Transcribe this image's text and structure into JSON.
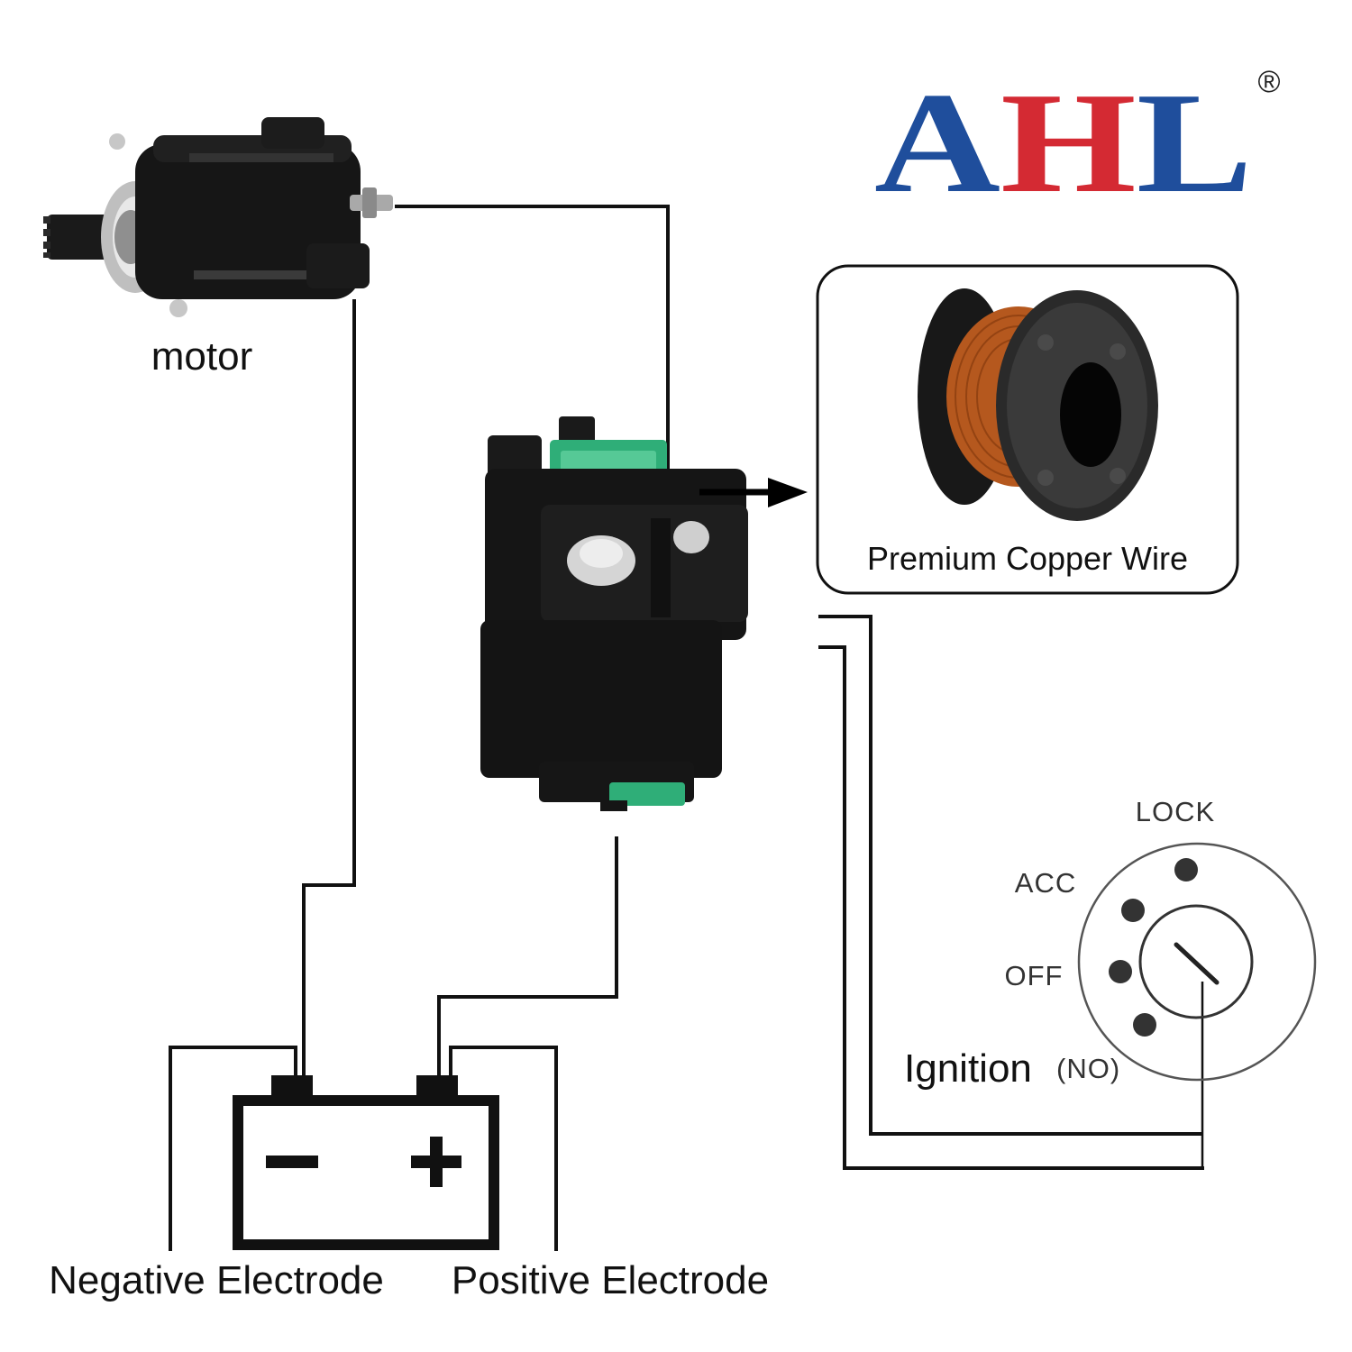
{
  "brand": {
    "logo_text": "AHL",
    "registered_mark": "®",
    "colors": {
      "blue": "#1f4e9c",
      "red": "#d42a33"
    }
  },
  "labels": {
    "motor": "motor",
    "premium_copper_wire": "Premium Copper Wire",
    "negative_electrode": "Negative Electrode",
    "positive_electrode": "Positive Electrode",
    "ignition": "Ignition",
    "ignition_note": "(NO)",
    "lock": "LOCK",
    "acc": "ACC",
    "off": "OFF"
  },
  "battery": {
    "negative_symbol": "−",
    "positive_symbol": "+"
  },
  "icons": {
    "motor": "starter-motor-icon",
    "relay": "starter-relay-icon",
    "copper_spool": "copper-wire-spool-icon",
    "arrow": "arrow-right-icon",
    "battery": "battery-icon",
    "ignition_switch": "ignition-switch-icon"
  }
}
